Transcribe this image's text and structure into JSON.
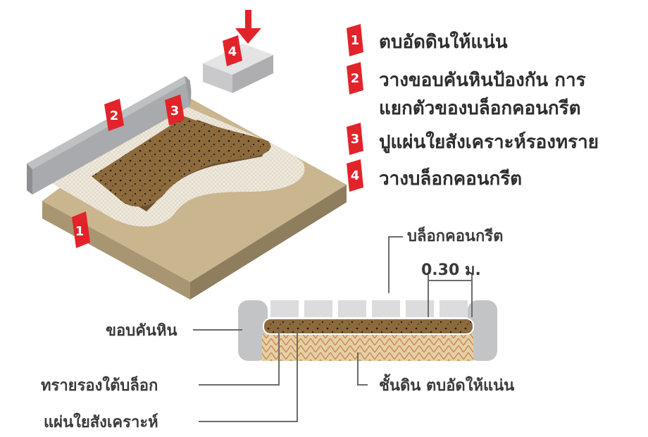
{
  "steps": [
    {
      "num": "1",
      "text": "ตบอัดดินให้แน่น"
    },
    {
      "num": "2",
      "text": "วางขอบคันหินป้องกัน การ",
      "text2": "แยกตัวของบล็อกคอนกรีต"
    },
    {
      "num": "3",
      "text": "ปูแผ่นใยสังเคราะห์รองทราย"
    },
    {
      "num": "4",
      "text": "วางบล็อกคอนกรีต"
    }
  ],
  "badges": {
    "b1": "1",
    "b2": "2",
    "b3": "3",
    "b4": "4"
  },
  "section": {
    "block_label": "บล็อกคอนกรีต",
    "dimension": "0.30 ม.",
    "curb_label": "ขอบคันหิน",
    "sand_label": "ทรายรองใต้บล็อก",
    "fabric_label": "แผ่นใยสังเคราะห์",
    "soil_label": "ชั้นดิน ตบอัดให้แน่น"
  },
  "colors": {
    "badge_red": "#e2232a",
    "arrow_red": "#e2232a",
    "curb_grey": "#a9aaad",
    "soil_tan": "#c9b58e",
    "sand_brown": "#8c6a3c",
    "fabric_white": "#f3eee4"
  }
}
